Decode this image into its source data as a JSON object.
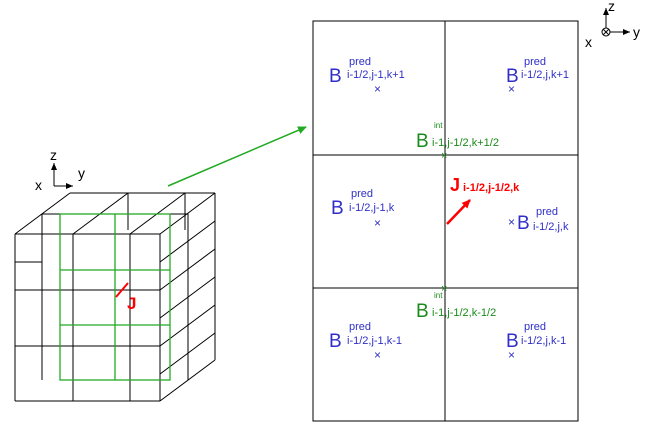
{
  "colors": {
    "pred": "#2f2fc8",
    "int": "#1a8a1a",
    "current": "#ff0000",
    "grid": "#000000",
    "highlight_grid": "#22aa22"
  },
  "axes_3d": {
    "z": "z",
    "x": "x",
    "y": "y"
  },
  "axes_2d": {
    "z": "z",
    "x": "x",
    "y": "y"
  },
  "cube": {
    "current_label": "J"
  },
  "pred_cells": {
    "tl": {
      "main": "B",
      "sup": "pred",
      "sub": "i-1/2,j-1,k+1",
      "marker": "×"
    },
    "tr": {
      "main": "B",
      "sup": "pred",
      "sub": "i-1/2,j,k+1",
      "marker": "×"
    },
    "ml": {
      "main": "B",
      "sup": "pred",
      "sub": "i-1/2,j-1,k",
      "marker": "×"
    },
    "mr": {
      "main": "B",
      "sup": "pred",
      "sub": "i-1/2,j,k",
      "marker": "×"
    },
    "bl": {
      "main": "B",
      "sup": "pred",
      "sub": "i-1/2,j-1,k-1",
      "marker": "×"
    },
    "br": {
      "main": "B",
      "sup": "pred",
      "sub": "i-1/2,j,k-1",
      "marker": "×"
    }
  },
  "int_points": {
    "top": {
      "main": "B",
      "sup": "int",
      "sub": "i-1,j-1/2,k+1/2",
      "marker": "×"
    },
    "bottom": {
      "main": "B",
      "sup": "int",
      "sub": "i-1,j-1/2,k-1/2",
      "marker": "×"
    }
  },
  "current": {
    "main": "J",
    "sub": "i-1/2,j-1/2,k"
  }
}
